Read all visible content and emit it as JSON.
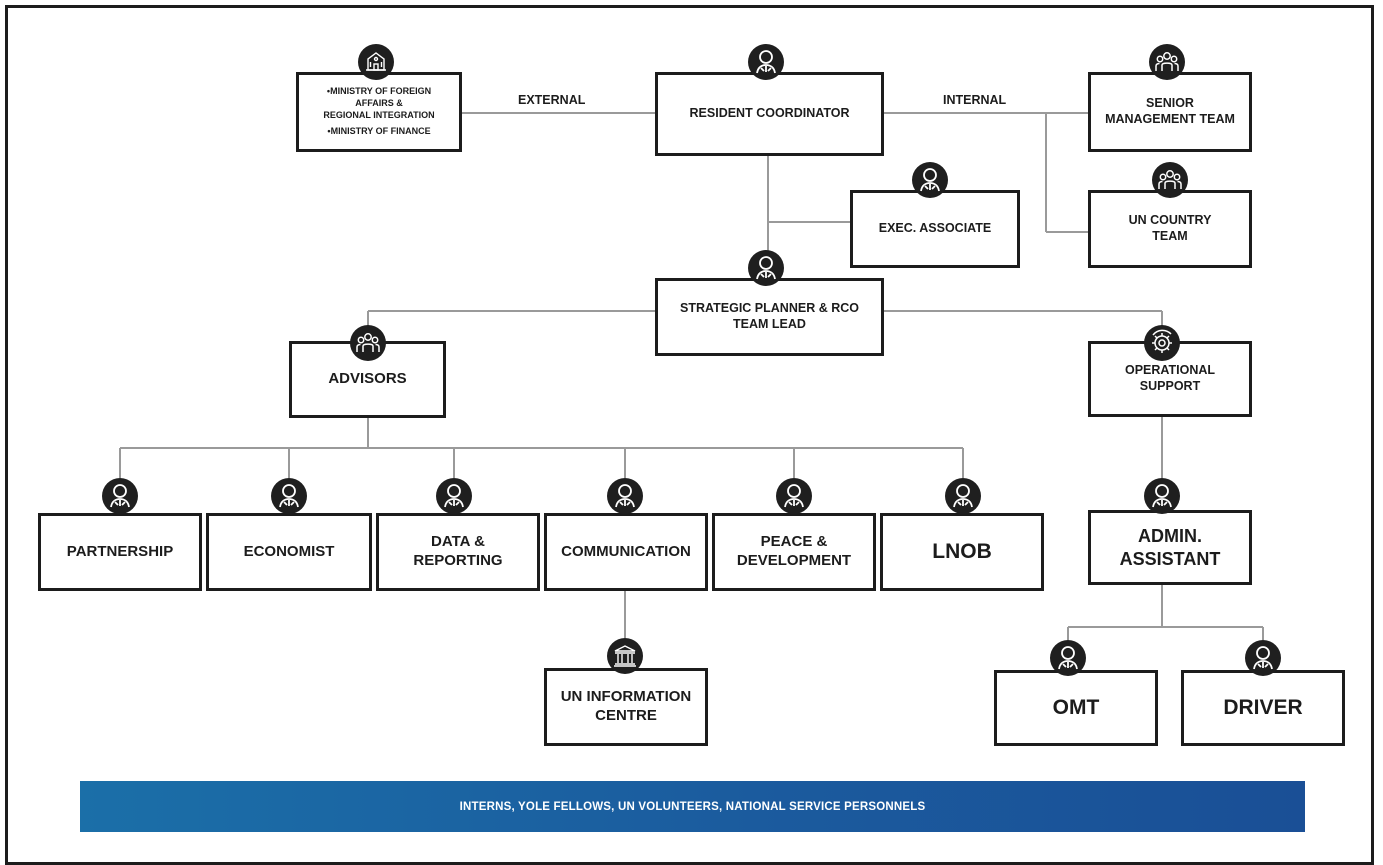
{
  "nodes": {
    "ministry": {
      "line1": "•MINISTRY OF FOREIGN",
      "line2": "AFFAIRS &",
      "line3": "REGIONAL INTEGRATION",
      "line4": "•MINISTRY OF FINANCE"
    },
    "resident_coordinator": "RESIDENT COORDINATOR",
    "senior_management": {
      "line1": "SENIOR",
      "line2": "MANAGEMENT TEAM"
    },
    "un_country_team": {
      "line1": "UN COUNTRY",
      "line2": "TEAM"
    },
    "exec_associate": "EXEC. ASSOCIATE",
    "strategic_planner": {
      "line1": "STRATEGIC PLANNER & RCO",
      "line2": "TEAM LEAD"
    },
    "advisors": "ADVISORS",
    "operational_support": {
      "line1": "OPERATIONAL",
      "line2": "SUPPORT"
    },
    "partnership": "PARTNERSHIP",
    "economist": "ECONOMIST",
    "data_reporting": {
      "line1": "DATA &",
      "line2": "REPORTING"
    },
    "communication": "COMMUNICATION",
    "peace_development": {
      "line1": "PEACE &",
      "line2": "DEVELOPMENT"
    },
    "lnob": "LNOB",
    "admin_assistant": {
      "line1": "ADMIN.",
      "line2": "ASSISTANT"
    },
    "un_information_centre": {
      "line1": "UN INFORMATION",
      "line2": "CENTRE"
    },
    "omt": "OMT",
    "driver": "DRIVER"
  },
  "connectors": {
    "external": "EXTERNAL",
    "internal": "INTERNAL"
  },
  "banner": "INTERNS, YOLE FELLOWS, UN VOLUNTEERS, NATIONAL SERVICE PERSONNELS",
  "icons": {
    "ministry": "building-icon",
    "resident_coordinator": "person-icon",
    "senior_management": "group-icon",
    "un_country_team": "group-icon",
    "exec_associate": "person-icon",
    "strategic_planner": "person-icon",
    "advisors": "group-icon",
    "operational_support": "gear-icon",
    "staff": "person-icon",
    "un_information_centre": "institution-icon"
  },
  "colors": {
    "line": "#9a9a9a",
    "box_border": "#1c1c1c",
    "banner_start": "#1b6fa8",
    "banner_end": "#1a4f96"
  }
}
